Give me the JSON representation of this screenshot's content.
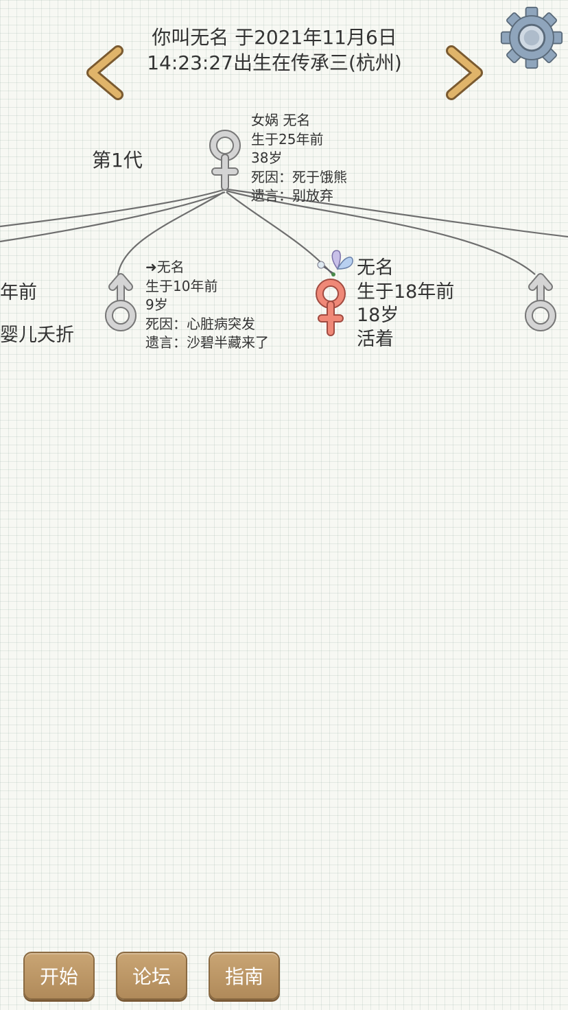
{
  "header": {
    "line1": "你叫无名 于2021年11月6日",
    "line2": "14:23:27出生在传承三(杭州)"
  },
  "icons": {
    "prev": "chevron-left-icon",
    "next": "chevron-right-icon",
    "settings": "gear-icon"
  },
  "generation_label": "第1代",
  "root": {
    "symbol": "female",
    "lines": [
      "女娲 无名",
      "生于25年前",
      "38岁",
      "死因：死于饿熊",
      "遗言：别放弃"
    ]
  },
  "children": [
    {
      "symbol": "none",
      "lines": [
        "年前",
        "",
        "婴儿夭折"
      ]
    },
    {
      "symbol": "male",
      "lines": [
        "➜无名",
        "生于10年前",
        "9岁",
        "死因：心脏病突发",
        "遗言：沙碧半藏来了"
      ]
    },
    {
      "symbol": "female-current",
      "lines": [
        "无名",
        "生于18年前",
        "18岁",
        "活着"
      ]
    },
    {
      "symbol": "male",
      "lines": []
    }
  ],
  "buttons": {
    "start": "开始",
    "forum": "论坛",
    "guide": "指南"
  },
  "colors": {
    "button": "#b99467",
    "current_person": "#e07060",
    "symbol_gray": "#c8c8c8",
    "arrow_gold": "#d8a860"
  }
}
